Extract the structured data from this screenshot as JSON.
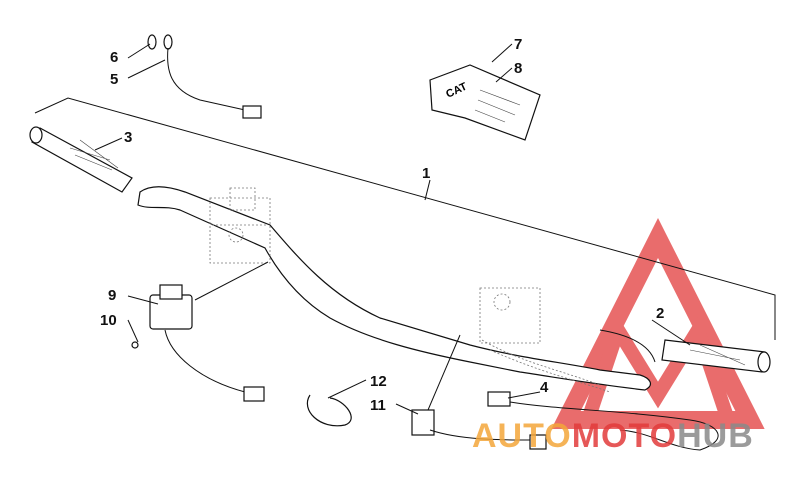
{
  "diagram": {
    "callouts": [
      {
        "id": "1",
        "label": "1"
      },
      {
        "id": "2",
        "label": "2"
      },
      {
        "id": "3",
        "label": "3"
      },
      {
        "id": "4",
        "label": "4"
      },
      {
        "id": "5",
        "label": "5"
      },
      {
        "id": "6",
        "label": "6"
      },
      {
        "id": "7",
        "label": "7"
      },
      {
        "id": "8",
        "label": "8"
      },
      {
        "id": "9",
        "label": "9"
      },
      {
        "id": "10",
        "label": "10"
      },
      {
        "id": "11",
        "label": "11"
      },
      {
        "id": "12",
        "label": "12"
      }
    ],
    "pad_logo_text": "CAT"
  },
  "watermark": {
    "part1": "AUTO",
    "part2": "MOTO",
    "part3": "HUB",
    "colors": {
      "orange": "#f4a63a",
      "red": "#e23b3b",
      "gray": "#8a8a8a"
    }
  }
}
